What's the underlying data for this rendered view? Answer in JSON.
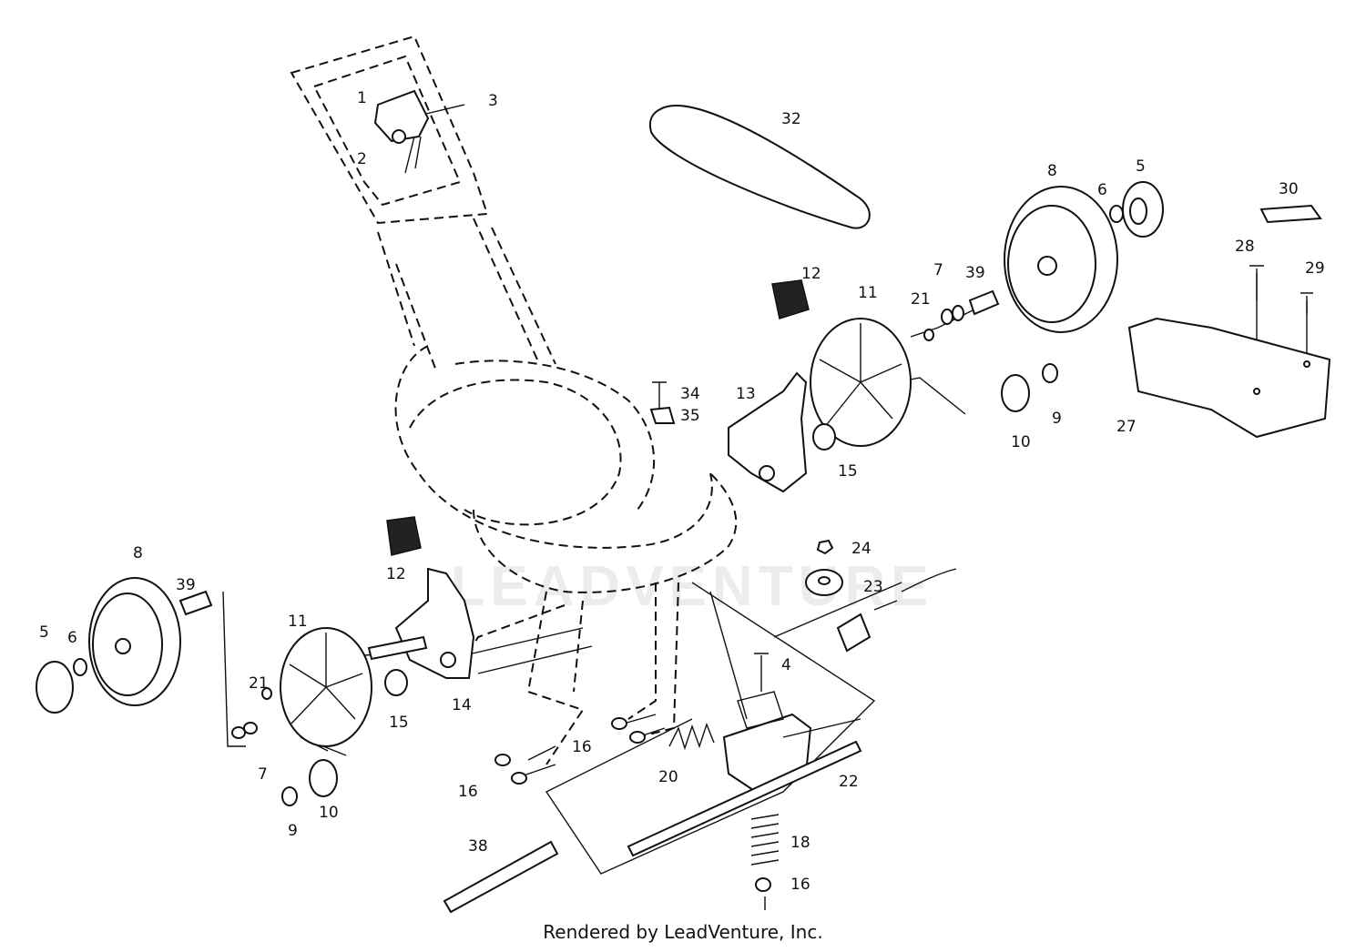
{
  "watermark": "LEADVENTURE",
  "caption": "Rendered by LeadVenture, Inc.",
  "labels": [
    "1",
    "2",
    "3",
    "32",
    "8",
    "5",
    "6",
    "30",
    "28",
    "29",
    "7",
    "39",
    "12",
    "11",
    "21",
    "27",
    "34",
    "35",
    "13",
    "15",
    "10",
    "9",
    "24",
    "23",
    "8",
    "39",
    "5",
    "6",
    "11",
    "21",
    "7",
    "10",
    "9",
    "12",
    "14",
    "15",
    "4",
    "16",
    "20",
    "22",
    "16",
    "18",
    "16",
    "38"
  ]
}
